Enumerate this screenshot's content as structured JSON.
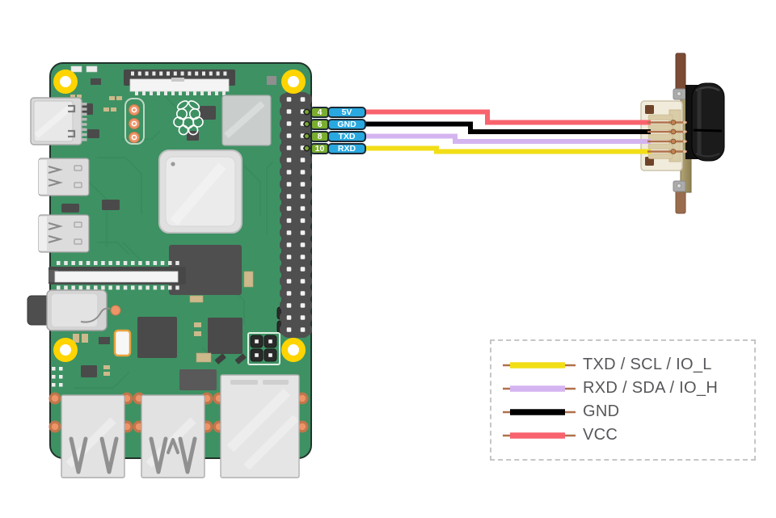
{
  "pins": [
    {
      "number": "4",
      "signal": "5V",
      "wire": "#F8636D"
    },
    {
      "number": "6",
      "signal": "GND",
      "wire": "#000000"
    },
    {
      "number": "8",
      "signal": "TXD",
      "wire": "#D4B4F0"
    },
    {
      "number": "10",
      "signal": "RXD",
      "wire": "#F2DE17"
    }
  ],
  "legend": {
    "items": [
      {
        "label": "TXD / SCL / IO_L",
        "color": "#F2DE17"
      },
      {
        "label": "RXD / SDA / IO_H",
        "color": "#D4B4F0"
      },
      {
        "label": "GND",
        "color": "#000000"
      },
      {
        "label": "VCC",
        "color": "#F8636D"
      }
    ]
  },
  "colors": {
    "board_green": "#3E9163",
    "trace_green": "#378A5C",
    "pin_number_green": "#79AC30",
    "pin_signal_blue": "#29A8E0",
    "mount_hole_yellow": "#FFD400",
    "copper": "#B0714A",
    "legend_text": "#56575B",
    "legend_border": "#C6C6C6"
  }
}
